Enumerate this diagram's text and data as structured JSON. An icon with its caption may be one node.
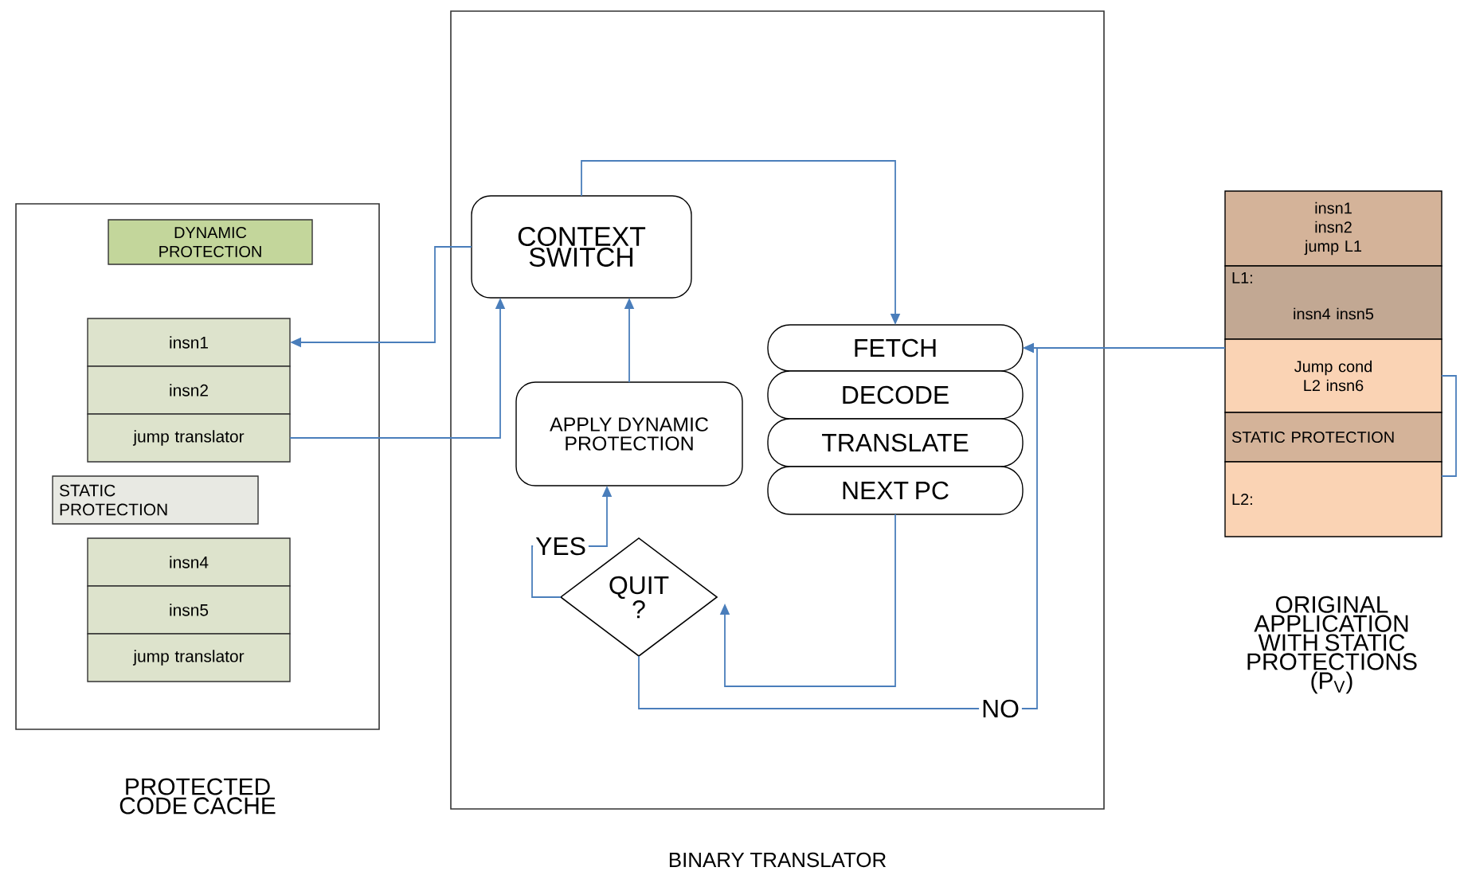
{
  "diagram": {
    "nodes": [
      {
        "text": [
          "PROTECTED CODE CACHE"
        ]
      },
      {
        "text": [
          "DYNAMIC PROTECTION"
        ],
        "in": 0
      },
      {
        "text": [
          "insn1"
        ],
        "in": 0
      },
      {
        "text": [
          "insn2"
        ],
        "in": 0
      },
      {
        "text": [
          "jump translator"
        ],
        "in": 0
      },
      {
        "text": [
          "STATIC PROTECTION"
        ],
        "in": 0
      },
      {
        "text": [
          "insn4"
        ],
        "in": 0
      },
      {
        "text": [
          "insn5"
        ],
        "in": 0
      },
      {
        "text": [
          "jump translator"
        ],
        "in": 0
      },
      {
        "text": [
          "BINARY TRANSLATOR"
        ]
      },
      {
        "text": [
          "CONTEXT SWITCH"
        ],
        "in": 9
      },
      {
        "text": [
          "APPLY DYNAMIC PROTECTION"
        ],
        "in": 9
      },
      {
        "text": [
          "FETCH"
        ],
        "in": 9
      },
      {
        "text": [
          "DECODE"
        ],
        "in": 9
      },
      {
        "text": [
          "TRANSLATE"
        ],
        "in": 9
      },
      {
        "text": [
          "NEXT PC"
        ],
        "in": 9
      },
      {
        "text": [
          "QUIT ?"
        ],
        "in": 9
      },
      {
        "text": [
          "insn1 insn2 jump L1"
        ]
      },
      {
        "text": [
          "L1:",
          "insn4 insn5"
        ]
      },
      {
        "text": [
          "Jump cond L2 insn6"
        ]
      },
      {
        "text": [
          "STATIC PROTECTION"
        ]
      },
      {
        "text": [
          "L2:"
        ]
      }
    ],
    "edges": [
      {
        "from": 10,
        "to": 2,
        "arrow": "to"
      },
      {
        "from": 4,
        "to": 10,
        "arrow": "to"
      },
      {
        "from": 10,
        "to": 12,
        "arrow": "to"
      },
      {
        "from": 11,
        "to": 10,
        "arrow": "to"
      },
      {
        "from": 16,
        "to": 11,
        "arrow": "to",
        "label": "YES"
      },
      {
        "from": 15,
        "to": 16,
        "arrow": "to"
      },
      {
        "from": 16,
        "to": 12,
        "arrow": "to",
        "label": "NO"
      },
      {
        "from": 19,
        "to": 12,
        "arrow": "to"
      },
      {
        "from": 19,
        "to": 21,
        "arrow": "none"
      }
    ],
    "labels": [
      "ORIGINAL APPLICATION WITH STATIC PROTECTIONS (P$_{V}$)"
    ]
  }
}
